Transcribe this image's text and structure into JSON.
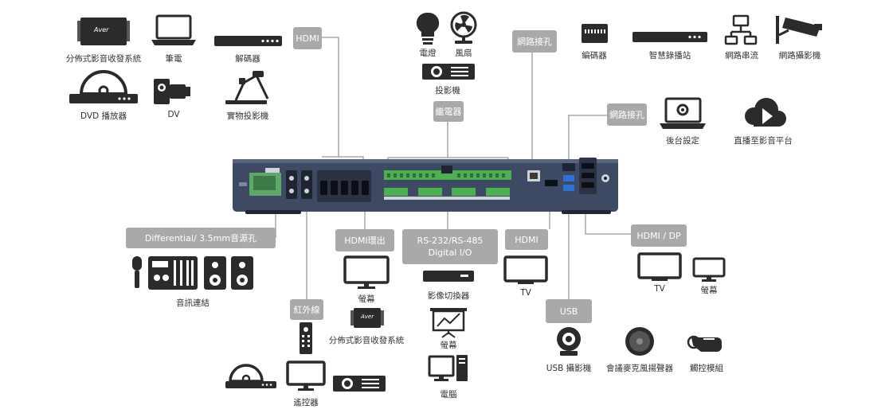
{
  "labels": {
    "distributed_top": "分佈式影音收發系統",
    "notebook": "筆電",
    "decoder": "解碼器",
    "dvd_player": "DVD 播放器",
    "dv": "DV",
    "document_camera": "實物投影機",
    "light": "電燈",
    "fan": "風扇",
    "projector": "投影機",
    "encoder": "編碼器",
    "smart_recorder": "智慧錄播站",
    "network_streaming": "網路串流",
    "network_camera": "網路攝影機",
    "backend_settings": "後台設定",
    "live_platform": "直播至影音平台",
    "audio_connection": "音訊連結",
    "monitor_1": "螢幕",
    "distributed_bottom": "分佈式影音收發系統",
    "video_switcher": "影像切換器",
    "screen": "螢幕",
    "computer": "電腦",
    "tv_1": "TV",
    "usb_camera": "USB 攝影機",
    "conference_mic": "會議麥克風揚聲器",
    "touch_module": "觸控模組",
    "tv_2": "TV",
    "monitor_2": "螢幕",
    "remote": "遙控器"
  },
  "tags": {
    "hdmi_in": "HDMI",
    "relay": "繼電器",
    "lan_1": "網路接孔",
    "lan_2": "網路接孔",
    "audio_in": "Differential/ 3.5mm音源孔",
    "hdmi_loop": "HDMI環出",
    "rs_line1": "RS-232/RS-485",
    "rs_line2": "Digital I/O",
    "hdmi_out": "HDMI",
    "hdmi_dp": "HDMI / DP",
    "ir": "紅外線",
    "usb": "USB"
  },
  "device_brand": "Aver",
  "colors": {
    "icon": "#2b2b2b",
    "tag_bg": "#a7a9ab",
    "line": "#9a9a9a",
    "panel": "#3e4a63",
    "terminal_green": "#4caf50"
  }
}
